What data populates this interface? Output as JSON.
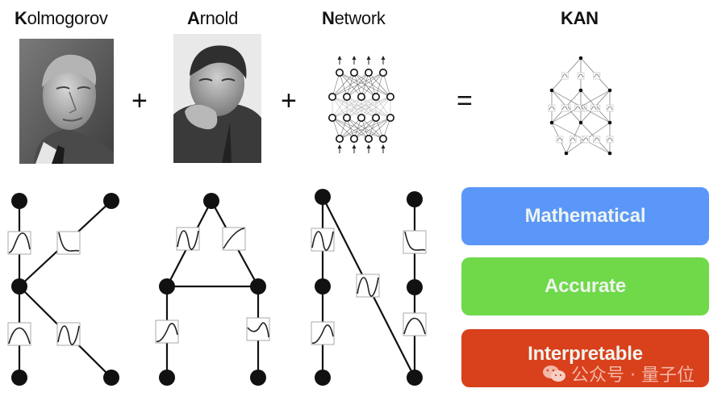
{
  "header": {
    "kolmogorov": {
      "initial": "K",
      "rest": "olmogorov"
    },
    "arnold": {
      "initial": "A",
      "rest": "rnold"
    },
    "network": {
      "initial": "N",
      "rest": "etwork"
    },
    "kan": "KAN"
  },
  "operators": {
    "plus1": "+",
    "plus2": "+",
    "equals": "="
  },
  "portraits": {
    "kolmogorov": "portrait-photo-kolmogorov",
    "arnold": "portrait-photo-arnold"
  },
  "mlp_diagram": {
    "layers": [
      4,
      5,
      5,
      4
    ],
    "arrows_in": 4,
    "arrows_out": 4
  },
  "kan_diagram": {
    "layers": [
      1,
      3,
      3,
      2
    ]
  },
  "letters": {
    "K": {
      "activation_boxes": [
        "bump",
        "decay",
        "bump",
        "sine"
      ]
    },
    "A": {
      "activation_boxes": [
        "sine",
        "rising",
        "rising-sine",
        "wiggle"
      ]
    },
    "N": {
      "activation_boxes": [
        "sine",
        "rising-sine",
        "sine",
        "decay",
        "bump"
      ]
    }
  },
  "properties": [
    {
      "label": "Mathematical",
      "color": "#5b97f8"
    },
    {
      "label": "Accurate",
      "color": "#6fd94a"
    },
    {
      "label": "Interpretable",
      "color": "#d9401c"
    }
  ],
  "watermark": {
    "icon": "wechat-icon",
    "text": "公众号 · 量子位"
  }
}
